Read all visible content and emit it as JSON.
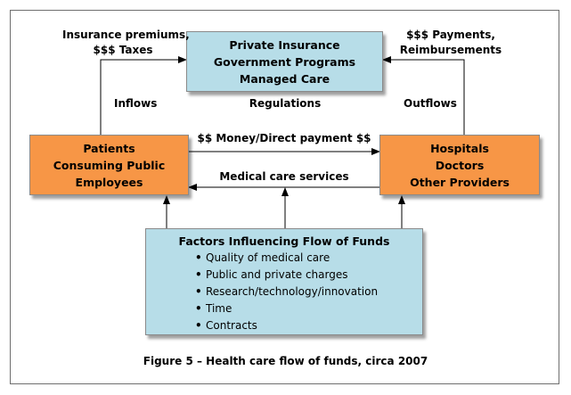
{
  "nodes": {
    "payers": [
      "Private Insurance",
      "Government Programs",
      "Managed Care"
    ],
    "patients": [
      "Patients",
      "Consuming Public",
      "Employees"
    ],
    "providers": [
      "Hospitals",
      "Doctors",
      "Other Providers"
    ],
    "factors": {
      "title": "Factors Influencing Flow of Funds",
      "items": [
        "Quality of medical care",
        "Public and private charges",
        "Research/technology/innovation",
        "Time",
        "Contracts"
      ]
    }
  },
  "labels": {
    "premiums": [
      "Insurance premiums,",
      "$$$ Taxes"
    ],
    "payments": [
      "$$$ Payments,",
      "Reimbursements"
    ],
    "inflows": "Inflows",
    "regulations": "Regulations",
    "outflows": "Outflows",
    "money": "$$ Money/Direct payment $$",
    "services": "Medical care services"
  },
  "caption": "Figure 5 – Health care flow of funds, circa 2007",
  "colors": {
    "payers_fill": "#b7dde8",
    "patients_fill": "#f79646",
    "providers_fill": "#f79646",
    "factors_fill": "#b7dde8",
    "arrow": "#000000"
  }
}
